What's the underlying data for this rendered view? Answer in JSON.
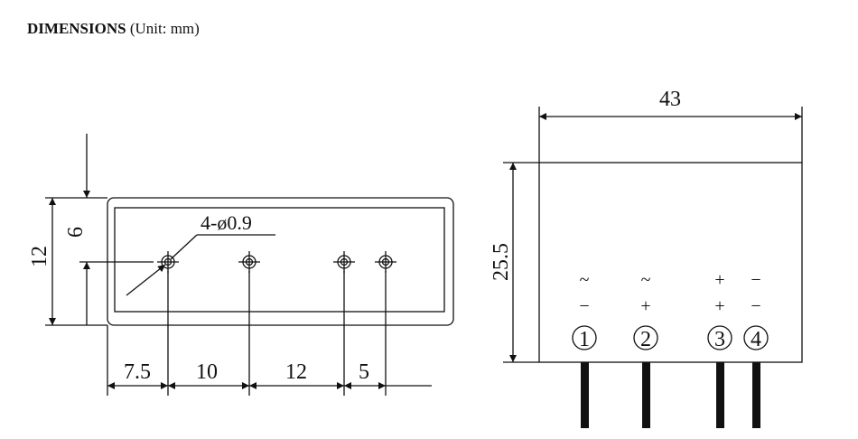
{
  "header": {
    "title": "DIMENSIONS",
    "unit": "(Unit: mm)"
  },
  "bottom_view": {
    "callout": "4-ø0.9",
    "dims": {
      "height_total": "12",
      "height_half": "6",
      "pitch_1": "7.5",
      "pitch_2": "10",
      "pitch_3": "12",
      "pitch_4": "5"
    }
  },
  "side_view": {
    "dims": {
      "width": "43",
      "height": "25.5"
    },
    "pins": [
      {
        "number": "1",
        "upper_symbol": "~",
        "lower_symbol": "−"
      },
      {
        "number": "2",
        "upper_symbol": "~",
        "lower_symbol": "+"
      },
      {
        "number": "3",
        "upper_symbol": "+",
        "lower_symbol": "+"
      },
      {
        "number": "4",
        "upper_symbol": "−",
        "lower_symbol": "−"
      }
    ]
  },
  "colors": {
    "line": "#111111",
    "background": "#ffffff"
  }
}
